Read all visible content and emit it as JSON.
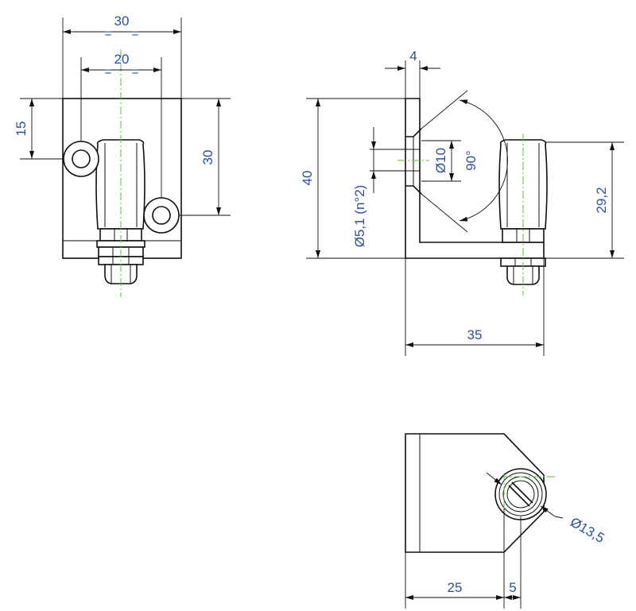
{
  "front_view": {
    "dim_overall_width": "30",
    "dim_hole_spacing": "20",
    "dim_hole_height": "15",
    "dim_overall_height": "30",
    "equal_sign": "="
  },
  "side_view": {
    "dim_plate_thickness": "4",
    "dim_height": "40",
    "dim_hole_diameter": "Ø5,1 (n°2)",
    "dim_countersink_diameter": "Ø10",
    "dim_countersink_angle": "90°",
    "dim_depth": "35",
    "dim_roller_height": "29,2"
  },
  "top_view": {
    "dim_base_length": "25",
    "dim_offset": "5",
    "dim_roller_diameter": "Ø13,5"
  },
  "colors": {
    "dimension_text": "#2b4fa0",
    "centerline": "#57c72d",
    "outline": "#111111"
  }
}
